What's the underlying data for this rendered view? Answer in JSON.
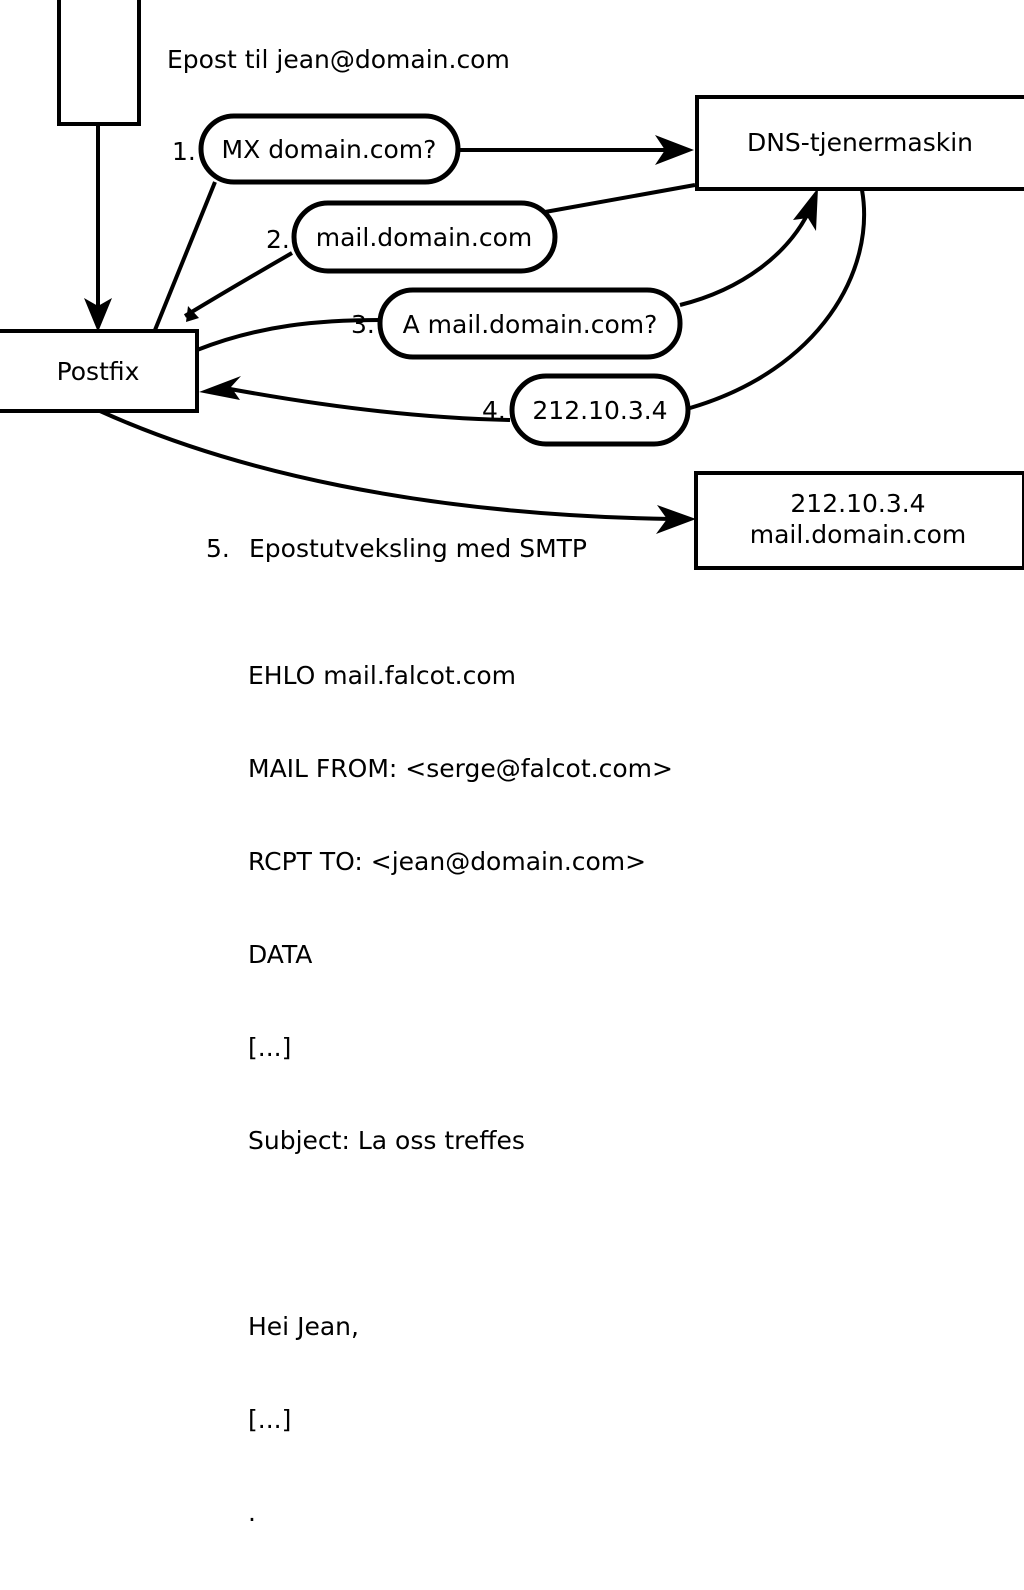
{
  "diagram": {
    "title_caption": "Epost til jean@domain.com",
    "nodes": [
      {
        "id": "client",
        "label": "",
        "type": "rect"
      },
      {
        "id": "postfix",
        "label": "Postfix",
        "type": "rect"
      },
      {
        "id": "dns",
        "label": "DNS-tjenermaskin",
        "type": "rect"
      },
      {
        "id": "mailserver",
        "label_line1": "212.10.3.4",
        "label_line2": "mail.domain.com",
        "type": "rect"
      }
    ],
    "steps": [
      {
        "number": "1.",
        "label": "MX domain.com?"
      },
      {
        "number": "2.",
        "label": "mail.domain.com"
      },
      {
        "number": "3.",
        "label": "A mail.domain.com?"
      },
      {
        "number": "4.",
        "label": "212.10.3.4"
      }
    ],
    "step5": {
      "number": "5.",
      "label": "Epostutveksling med SMTP"
    },
    "smtp_transcript": [
      "EHLO mail.falcot.com",
      "MAIL FROM: <serge@falcot.com>",
      "RCPT TO: <jean@domain.com>",
      "DATA",
      "[...]",
      "Subject: La oss treffes",
      "",
      "Hei Jean,",
      "[...]",
      "."
    ],
    "colors": {
      "stroke": "#000000",
      "fill": "#ffffff",
      "text": "#000000"
    }
  }
}
